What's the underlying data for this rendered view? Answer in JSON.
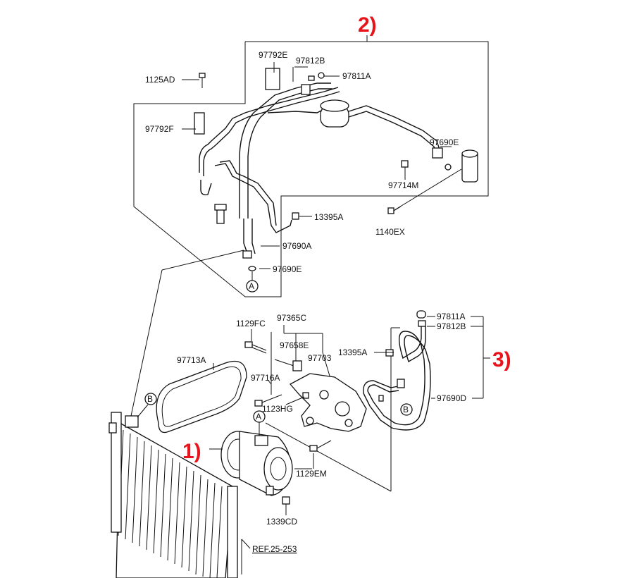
{
  "groups": {
    "compressor": "1)",
    "discharge_suction_hoses": "2)",
    "liquid_tube": "3)"
  },
  "labels": {
    "p97792E": "97792E",
    "p97812B_top": "97812B",
    "p97811A_top": "97811A",
    "p1125AD": "1125AD",
    "p97792F": "97792F",
    "p97690E_top": "97690E",
    "p97714M": "97714M",
    "p13395A_top": "13395A",
    "p1140EX": "1140EX",
    "p97690A": "97690A",
    "p97690E_mid": "97690E",
    "p1129FC": "1129FC",
    "p97365C": "97365C",
    "p97658E": "97658E",
    "p97703": "97703",
    "p97713A": "97713A",
    "p97716A": "97716A",
    "p1123HG": "1123HG",
    "p1129EM": "1129EM",
    "p1339CD": "1339CD",
    "p13395A_right": "13395A",
    "p97811A_right": "97811A",
    "p97812B_right": "97812B",
    "p97690D": "97690D",
    "ref": "REF.25-253"
  },
  "markers": {
    "A_top": "A",
    "A_compressor": "A",
    "B_condenser": "B",
    "B_tube": "B"
  }
}
